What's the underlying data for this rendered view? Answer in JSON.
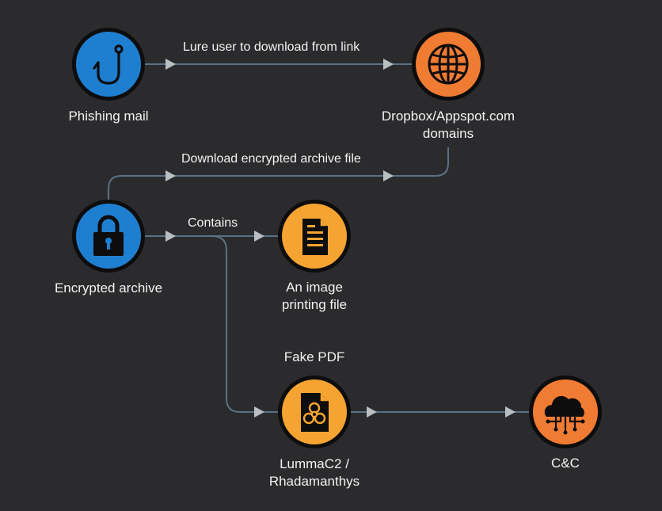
{
  "colors": {
    "background": "#2b2b2d",
    "connector": "#5a7184",
    "arrowhead": "#b9bec3",
    "blue_node": "#1e7fd1",
    "orange_node": "#f07b33",
    "amber_node": "#f6a431",
    "node_border": "#0d0d0d"
  },
  "nodes": {
    "phishing": {
      "label": "Phishing mail",
      "icon": "fishhook-icon"
    },
    "dropbox": {
      "label_line1": "Dropbox/Appspot.com",
      "label_line2": "domains",
      "icon": "globe-icon"
    },
    "archive": {
      "label": "Encrypted archive",
      "icon": "padlock-icon"
    },
    "image_file": {
      "label_line1": "An image",
      "label_line2": "printing file",
      "icon": "document-icon"
    },
    "fake_pdf": {
      "caption": "Fake PDF",
      "label_line1": "LummaC2 /",
      "label_line2": "Rhadamanthys",
      "icon": "biohazard-file-icon"
    },
    "cnc": {
      "label": "C&C",
      "icon": "cloud-network-icon"
    }
  },
  "edges": {
    "lure": "Lure user to download from link",
    "download": "Download encrypted archive file",
    "contains": "Contains"
  }
}
